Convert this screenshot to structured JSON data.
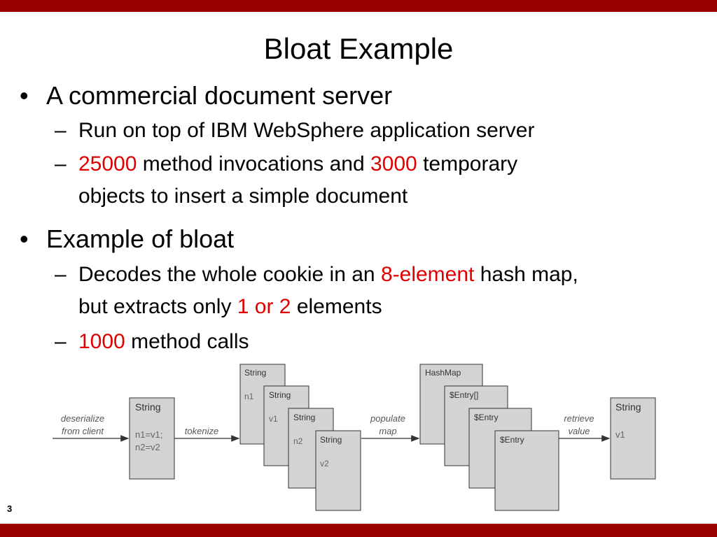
{
  "slide": {
    "title": "Bloat Example",
    "number": "3",
    "bullet_char": "•",
    "dash_char": "–"
  },
  "bullets": [
    {
      "text": "A commercial document server",
      "subs": [
        {
          "text": "Run on top of IBM WebSphere application server"
        },
        {
          "n1": "25000",
          "t1": " method invocations and ",
          "n2": "3000",
          "t2": " temporary",
          "cont": "objects to insert a simple document"
        }
      ]
    },
    {
      "text": "Example of bloat",
      "subs": [
        {
          "t1": "Decodes the whole cookie in an ",
          "r1": "8-element",
          "t2": " hash map,",
          "c1": "but extracts only ",
          "r2": "1 or 2",
          "c2": " elements"
        },
        {
          "n1": "1000",
          "t1": " method calls"
        }
      ]
    }
  ],
  "diagram": {
    "label_deserialize_1": "deserialize",
    "label_deserialize_2": "from client",
    "label_tokenize": "tokenize",
    "label_populate_1": "populate",
    "label_populate_2": "map",
    "label_retrieve_1": "retrieve",
    "label_retrieve_2": "value",
    "box_input": {
      "title": "String",
      "line1": "n1=v1;",
      "line2": "n2=v2"
    },
    "tokens": [
      {
        "title": "String",
        "value": "n1"
      },
      {
        "title": "String",
        "value": "v1"
      },
      {
        "title": "String",
        "value": "n2"
      },
      {
        "title": "String",
        "value": "v2"
      }
    ],
    "map": [
      {
        "title": "HashMap"
      },
      {
        "title": "$Entry[]"
      },
      {
        "title": "$Entry"
      },
      {
        "title": "$Entry"
      }
    ],
    "box_output": {
      "title": "String",
      "value": "v1"
    },
    "colors": {
      "box_fill": "#d3d3d3",
      "box_stroke": "#333333",
      "label_color": "#555555"
    }
  }
}
